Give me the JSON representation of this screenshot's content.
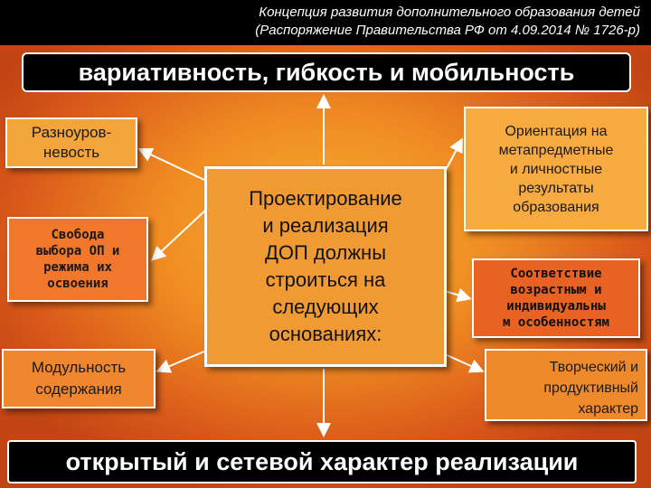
{
  "header": {
    "line1": "Концепция развития дополнительного образования детей",
    "line2": "(Распоряжение Правительства РФ от 4.09.2014 № 1726-р)"
  },
  "top_banner": {
    "text": "вариативность, гибкость и мобильность"
  },
  "bottom_banner": {
    "text": "открытый и сетевой характер реализации"
  },
  "center": {
    "lines": [
      "Проектирование",
      "и реализация",
      "ДОП должны",
      "строиться на",
      "следующих",
      "основаниях:"
    ]
  },
  "left_boxes": [
    {
      "lines": [
        "Разноуров-",
        "невость"
      ]
    },
    {
      "lines": [
        "Свобода",
        "выбора ОП и",
        "режима их",
        "освоения"
      ]
    },
    {
      "lines": [
        "Модульность",
        "содержания"
      ]
    }
  ],
  "right_boxes": [
    {
      "lines": [
        "Ориентация на",
        "метапредметные",
        "и личностные",
        "результаты",
        "образования"
      ]
    },
    {
      "lines": [
        "Соответствие",
        "возрастным и",
        "индивидуальны",
        "м особенностям"
      ]
    },
    {
      "lines": [
        "Творческий и",
        "продуктивный",
        "характер"
      ]
    }
  ],
  "colors": {
    "header_bg": "#000000",
    "banner_bg": "#000000",
    "arrow": "#ffffff"
  }
}
